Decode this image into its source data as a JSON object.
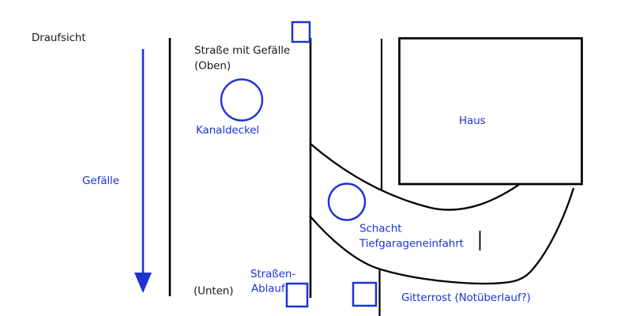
{
  "colors": {
    "accent_blue": "#1d33d4",
    "ink_black": "#000000",
    "ink_text": "#1a1a1a",
    "background": "#ffffff"
  },
  "diagram": {
    "title": "Draufsicht",
    "street": {
      "top_label": "Straße mit Gefälle",
      "top_sublabel": "(Oben)",
      "bottom_label": "(Unten)",
      "slope_label": "Gefälle"
    },
    "features": {
      "manhole_label": "Kanaldeckel",
      "house_label": "Haus",
      "shaft_label": "Schacht",
      "garage_entry_label": "Tiefgarageneinfahrt",
      "street_drain_label_line1": "Straßen-",
      "street_drain_label_line2": "Ablauf",
      "grate_label": "Gitterrost (Notüberlauf?)"
    }
  }
}
